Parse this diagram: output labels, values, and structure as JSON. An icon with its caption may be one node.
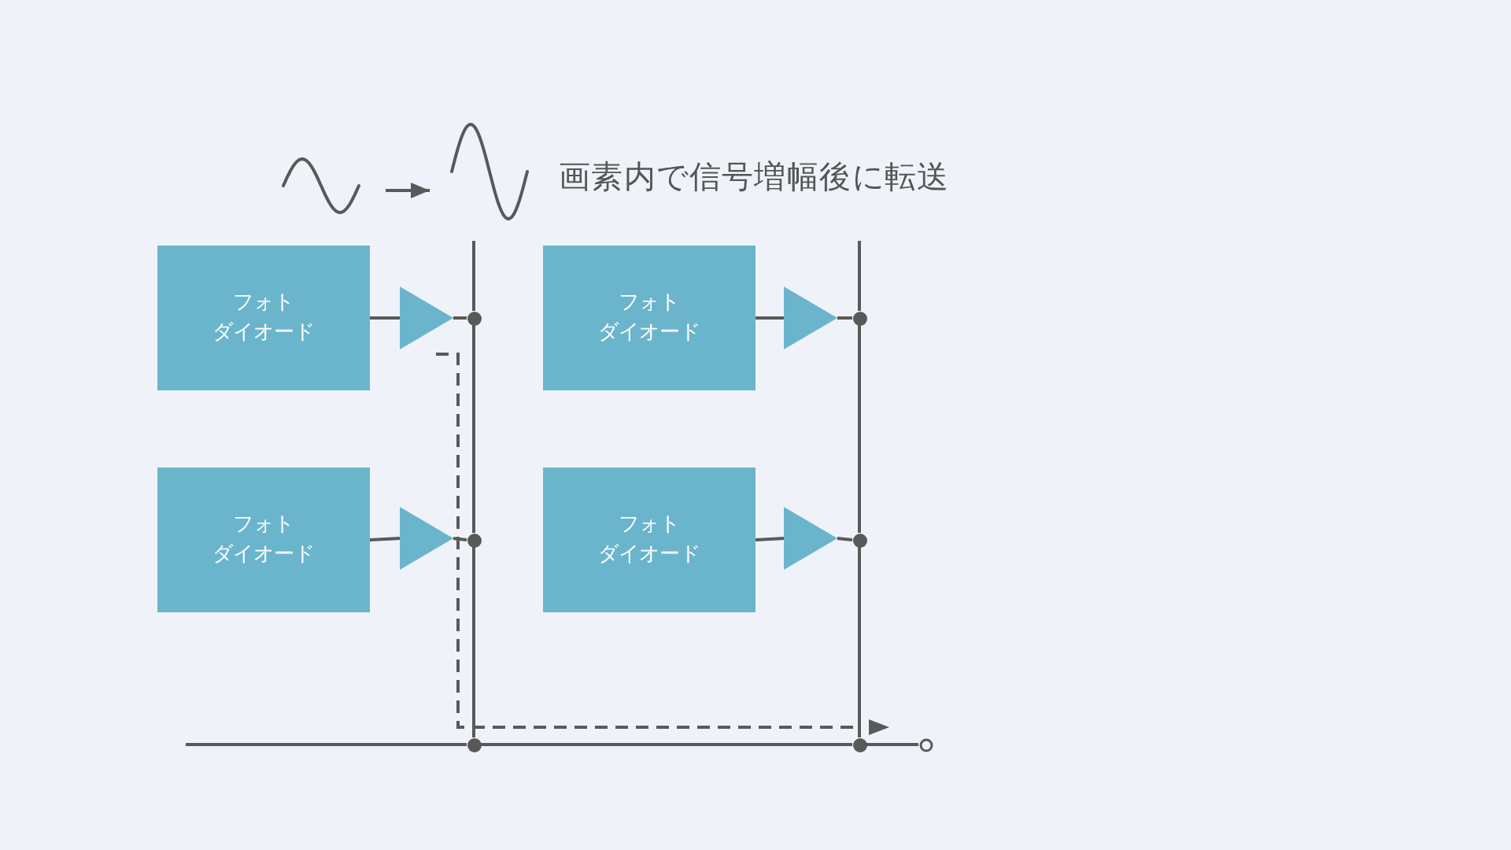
{
  "diagram": {
    "title": "画素内で信号増幅後に転送",
    "nodes": [
      {
        "text": [],
        "shape": "wave"
      },
      {
        "text": [],
        "shape": "wave"
      },
      {
        "text": [
          "フォトダイオード"
        ]
      },
      {
        "text": [],
        "shape": "triangle"
      },
      {
        "text": [
          "フォトダイオード"
        ]
      },
      {
        "text": [],
        "shape": "triangle"
      },
      {
        "text": [
          "フォトダイオード"
        ]
      },
      {
        "text": [],
        "shape": "triangle"
      },
      {
        "text": [
          "フォトダイオード"
        ]
      },
      {
        "text": [],
        "shape": "triangle"
      },
      {
        "text": [],
        "shape": "circle"
      },
      {
        "text": [],
        "shape": "dot"
      },
      {
        "text": [],
        "shape": "dot"
      },
      {
        "text": [],
        "shape": "dot"
      },
      {
        "text": [],
        "shape": "dot"
      },
      {
        "text": [],
        "shape": "dot"
      },
      {
        "text": [],
        "shape": "dot"
      }
    ],
    "edges": [
      {
        "from": 0,
        "to": 1,
        "arrow": "to"
      },
      {
        "from": 2,
        "to": 3,
        "arrow": "none"
      },
      {
        "from": 4,
        "to": 5,
        "arrow": "none"
      },
      {
        "from": 6,
        "to": 7,
        "arrow": "none"
      },
      {
        "from": 8,
        "to": 9,
        "arrow": "none"
      },
      {
        "from": 3,
        "to": 11,
        "arrow": "none"
      },
      {
        "from": 5,
        "to": 12,
        "arrow": "none"
      },
      {
        "from": 7,
        "to": 13,
        "arrow": "none"
      },
      {
        "from": 9,
        "to": 14,
        "arrow": "none"
      },
      {
        "from": null,
        "to": 11,
        "arrow": "none"
      },
      {
        "from": null,
        "to": 12,
        "arrow": "none"
      },
      {
        "from": 11,
        "to": 13,
        "arrow": "none"
      },
      {
        "from": 12,
        "to": 14,
        "arrow": "none"
      },
      {
        "from": 13,
        "to": 15,
        "arrow": "none"
      },
      {
        "from": 14,
        "to": 16,
        "arrow": "none"
      },
      {
        "from": null,
        "to": 15,
        "arrow": "none"
      },
      {
        "from": 15,
        "to": 16,
        "arrow": "none"
      },
      {
        "from": 16,
        "to": 10,
        "arrow": "none"
      }
    ]
  }
}
